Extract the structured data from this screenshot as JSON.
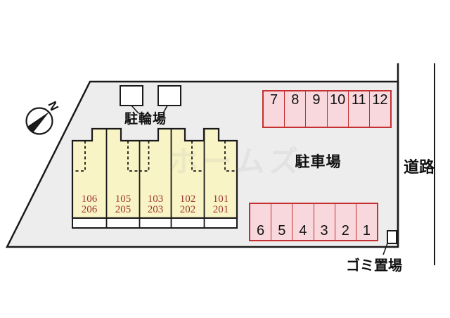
{
  "compass": {
    "north_label": "N"
  },
  "bicycle_parking": {
    "label": "駐輪場"
  },
  "building": {
    "units": [
      {
        "floor1": "106",
        "floor2": "206"
      },
      {
        "floor1": "105",
        "floor2": "205"
      },
      {
        "floor1": "103",
        "floor2": "203"
      },
      {
        "floor1": "102",
        "floor2": "202"
      },
      {
        "floor1": "101",
        "floor2": "201"
      }
    ]
  },
  "parking": {
    "label": "駐車場",
    "top_row": [
      "7",
      "8",
      "9",
      "10",
      "11",
      "12"
    ],
    "bottom_row": [
      "6",
      "5",
      "4",
      "3",
      "2",
      "1"
    ]
  },
  "road": {
    "label": "道路"
  },
  "garbage": {
    "label": "ゴミ置場"
  },
  "watermark": {
    "text": "ホームズ"
  },
  "colors": {
    "site_fill": "#ededed",
    "building_fill": "#f9f4c5",
    "stall_fill": "#f8d7dd",
    "stall_border": "#c53030",
    "unit_number_color": "#9b3535",
    "line_color": "#1a1a1a"
  }
}
